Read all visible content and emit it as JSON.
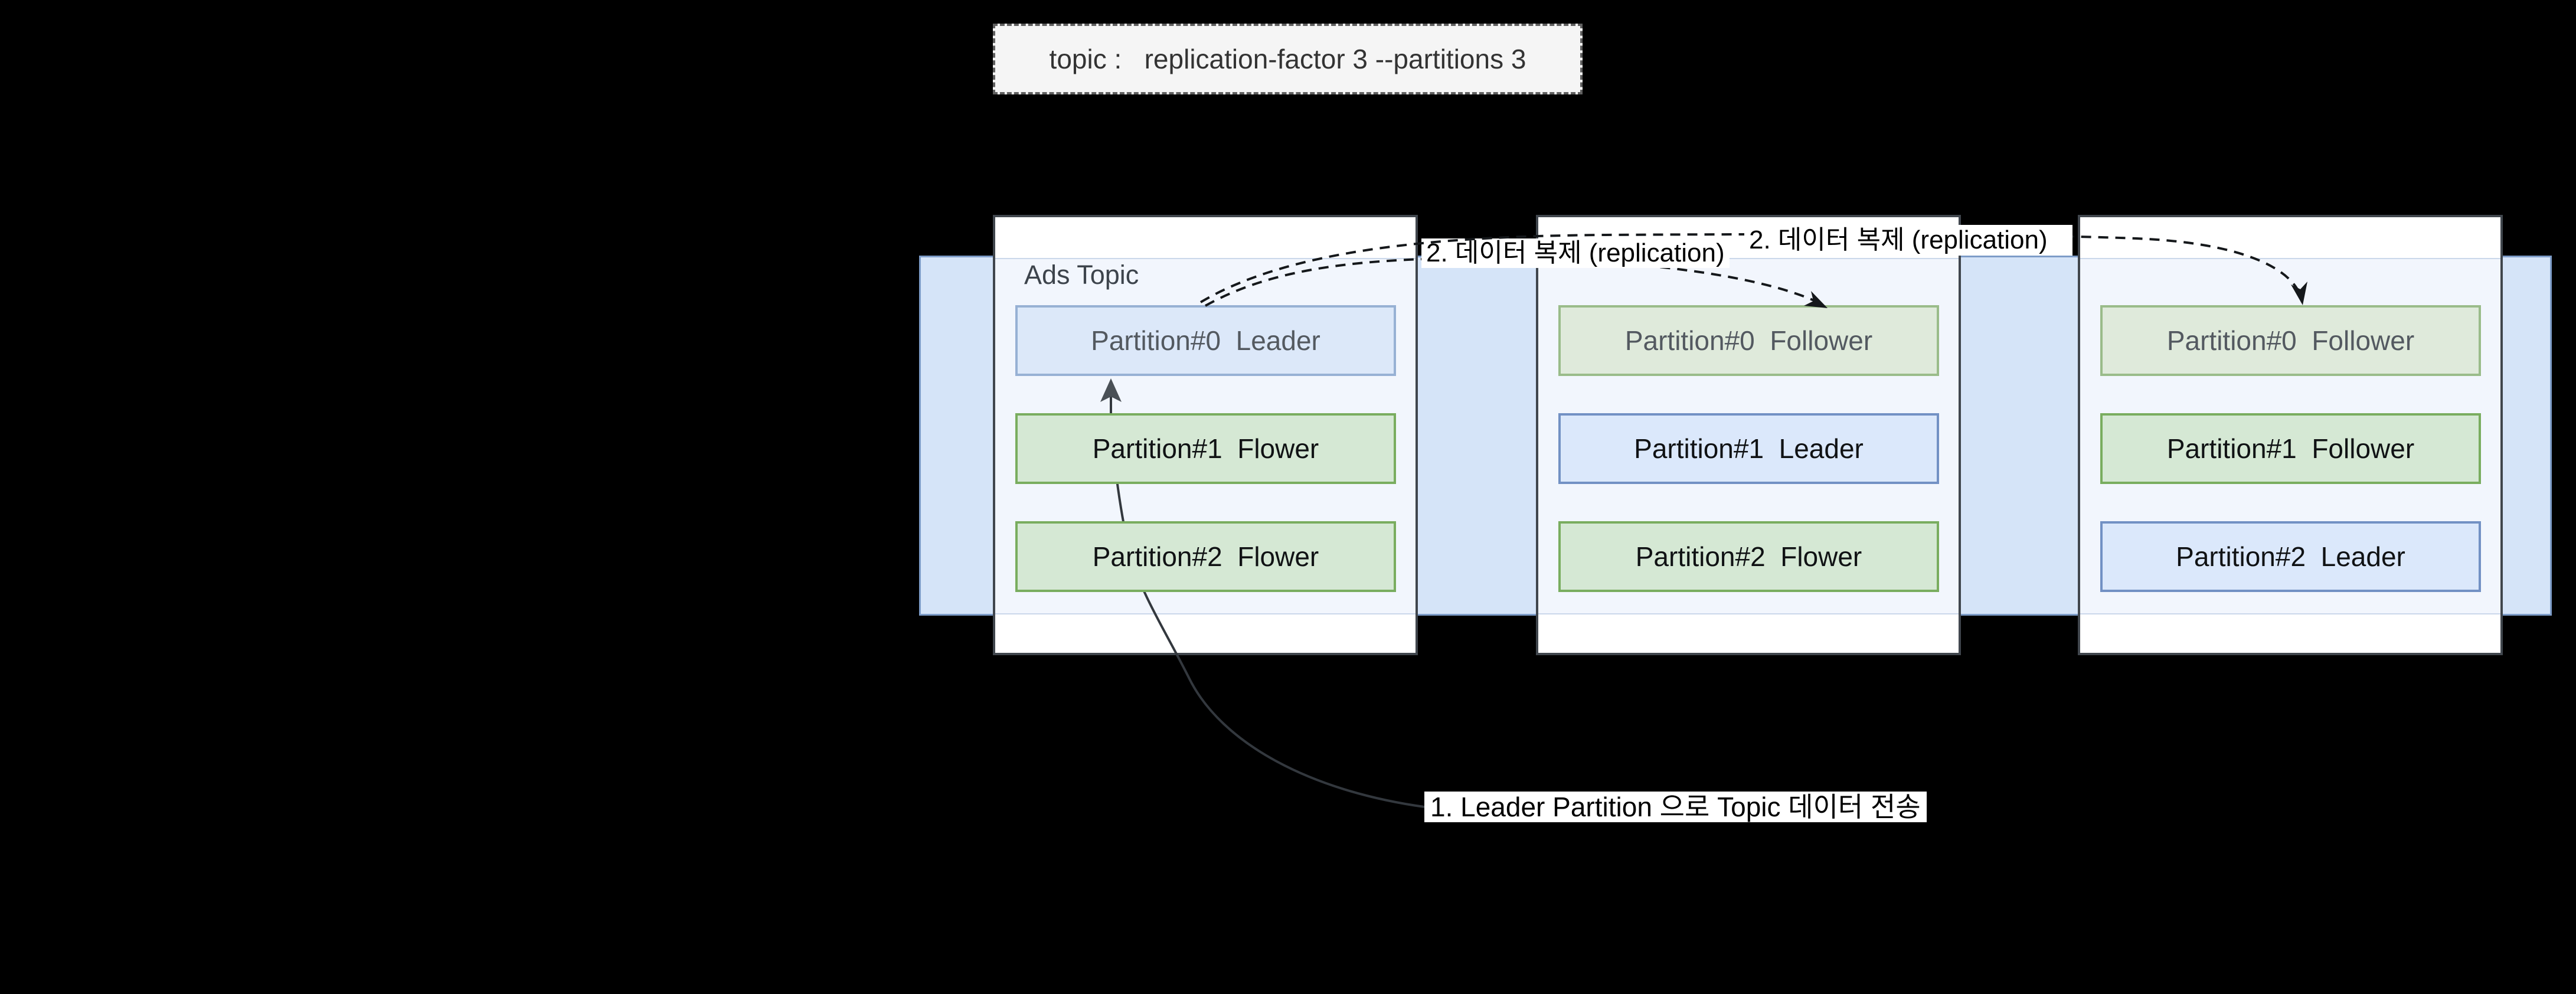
{
  "title_box": {
    "text": "topic :   replication-factor 3 --partitions 3"
  },
  "topic_label": "Ads Topic",
  "brokers": [
    {
      "id": "broker-1",
      "partitions": [
        {
          "text": "Partition#0  Leader",
          "variant": "blue-faded"
        },
        {
          "text": "Partition#1  Flower",
          "variant": "green"
        },
        {
          "text": "Partition#2  Flower",
          "variant": "green"
        }
      ]
    },
    {
      "id": "broker-2",
      "partitions": [
        {
          "text": "Partition#0  Follower",
          "variant": "green-faded"
        },
        {
          "text": "Partition#1  Leader",
          "variant": "blue"
        },
        {
          "text": "Partition#2  Flower",
          "variant": "green"
        }
      ]
    },
    {
      "id": "broker-3",
      "partitions": [
        {
          "text": "Partition#0  Follower",
          "variant": "green-faded"
        },
        {
          "text": "Partition#1  Follower",
          "variant": "green"
        },
        {
          "text": "Partition#2  Leader",
          "variant": "blue"
        }
      ]
    }
  ],
  "annotations": {
    "replication_label_1": "2. 데이터 복제 (replication)",
    "replication_label_2": "2. 데이터 복제 (replication)",
    "send_label": "1. Leader Partition 으로 Topic 데이터 전송"
  },
  "colors": {
    "background": "#000000",
    "band_fill": "#d5e4f8",
    "band_border": "#7d9cc8",
    "panel_fill": "#f2f6fd",
    "broker_fill": "#ffffff",
    "broker_border": "#40464d",
    "leader_fill": "#dbe8fb",
    "leader_border": "#7291c4",
    "follower_fill": "#d5e8d4",
    "follower_border": "#79ad5f",
    "arrow_dark": "#33383e",
    "dashed_arrow": "#15181b"
  }
}
